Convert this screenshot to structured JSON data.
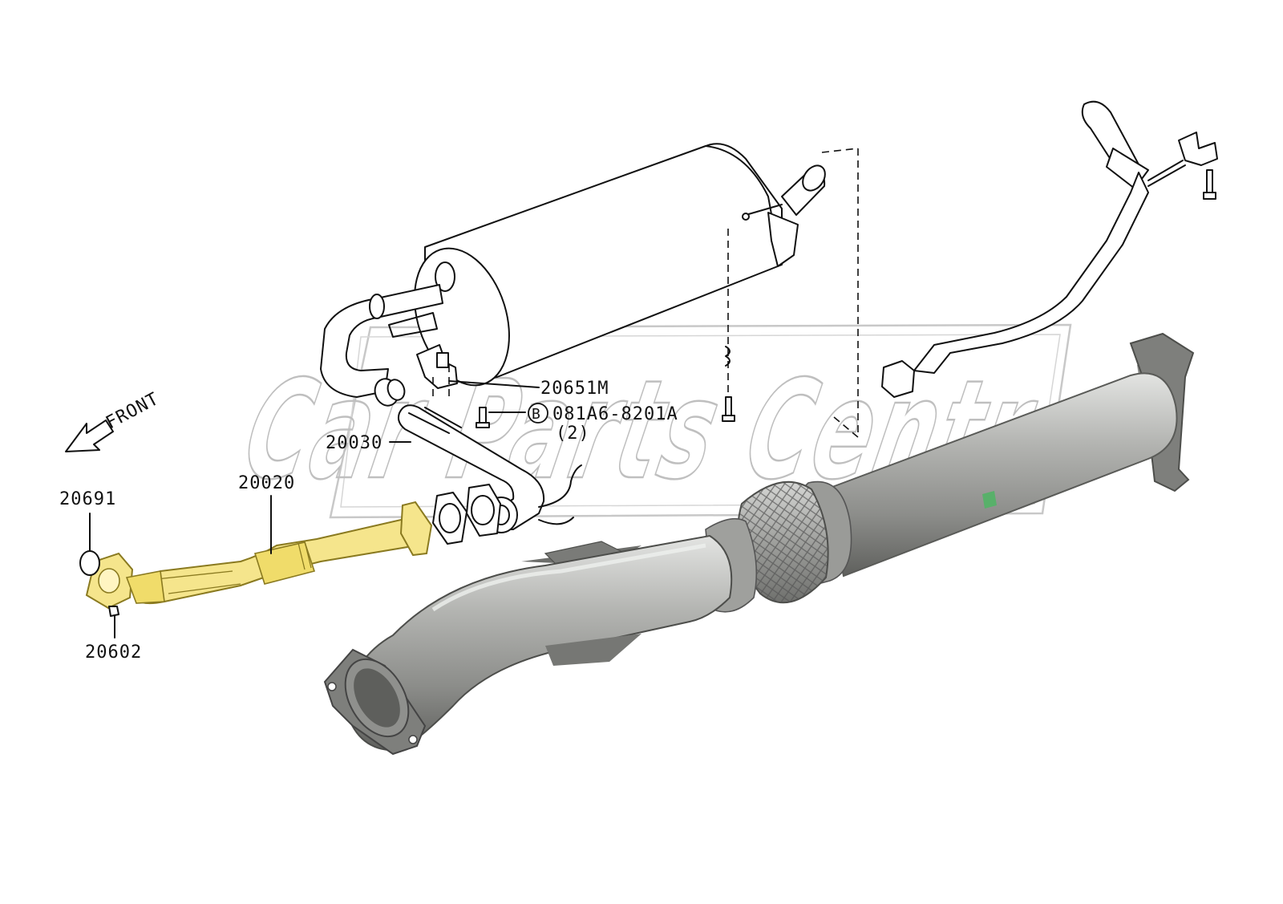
{
  "watermark": "Car Parts Centre",
  "direction_label": "FRONT",
  "callouts": {
    "muffler_bracket": "20651M",
    "bolt_prefix": "B",
    "bolt": "081A6-8201A",
    "bolt_qty": "(2)",
    "center_pipe": "20030",
    "front_pipe": "20020",
    "gasket": "20691",
    "nut": "20602"
  },
  "colors": {
    "highlight": "#f5e58c",
    "highlight_stroke": "#8a7a20",
    "pipe_photo": "#9a9b98",
    "watermark": "#bfbfbf"
  }
}
